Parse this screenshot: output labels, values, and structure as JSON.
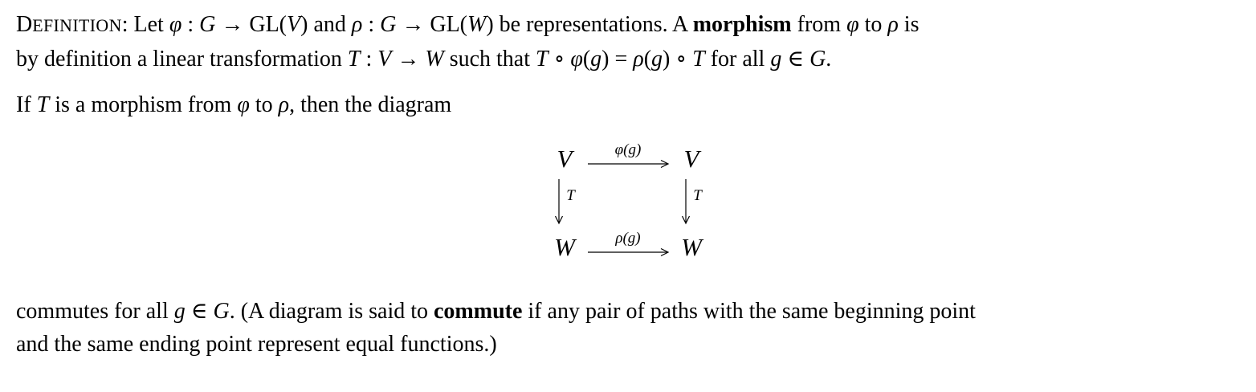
{
  "page": {
    "background": "#ffffff",
    "text_color": "#000000"
  },
  "content": {
    "para1_line1_runs": [
      {
        "t": "D",
        "s": ""
      },
      {
        "t": "EFINITION",
        "s": "sc"
      },
      {
        "t": ": Let ",
        "s": ""
      },
      {
        "t": "φ",
        "s": "i"
      },
      {
        "t": " : ",
        "s": ""
      },
      {
        "t": "G",
        "s": "i"
      },
      {
        "t": " → GL(",
        "s": ""
      },
      {
        "t": "V",
        "s": "i"
      },
      {
        "t": ") and ",
        "s": ""
      },
      {
        "t": "ρ",
        "s": "i"
      },
      {
        "t": " : ",
        "s": ""
      },
      {
        "t": "G",
        "s": "i"
      },
      {
        "t": " → GL(",
        "s": ""
      },
      {
        "t": "W",
        "s": "i"
      },
      {
        "t": ") be representations. A ",
        "s": ""
      },
      {
        "t": "morphism",
        "s": "b"
      },
      {
        "t": " from ",
        "s": ""
      },
      {
        "t": "φ",
        "s": "i"
      },
      {
        "t": " to ",
        "s": ""
      },
      {
        "t": "ρ",
        "s": "i"
      },
      {
        "t": " is",
        "s": ""
      }
    ],
    "para1_line2_runs": [
      {
        "t": "by definition a linear transformation ",
        "s": ""
      },
      {
        "t": "T",
        "s": "i"
      },
      {
        "t": " : ",
        "s": ""
      },
      {
        "t": "V",
        "s": "i"
      },
      {
        "t": " → ",
        "s": ""
      },
      {
        "t": "W",
        "s": "i"
      },
      {
        "t": " such that ",
        "s": ""
      },
      {
        "t": "T",
        "s": "i"
      },
      {
        "t": " ∘ ",
        "s": ""
      },
      {
        "t": "φ",
        "s": "i"
      },
      {
        "t": "(",
        "s": ""
      },
      {
        "t": "g",
        "s": "i"
      },
      {
        "t": ") = ",
        "s": ""
      },
      {
        "t": "ρ",
        "s": "i"
      },
      {
        "t": "(",
        "s": ""
      },
      {
        "t": "g",
        "s": "i"
      },
      {
        "t": ") ∘ ",
        "s": ""
      },
      {
        "t": "T",
        "s": "i"
      },
      {
        "t": " for all ",
        "s": ""
      },
      {
        "t": "g",
        "s": "i"
      },
      {
        "t": " ∈ ",
        "s": ""
      },
      {
        "t": "G",
        "s": "i"
      },
      {
        "t": ".",
        "s": ""
      }
    ],
    "para2_runs": [
      {
        "t": "If ",
        "s": ""
      },
      {
        "t": "T",
        "s": "i"
      },
      {
        "t": " is a morphism from ",
        "s": ""
      },
      {
        "t": "φ",
        "s": "i"
      },
      {
        "t": " to ",
        "s": ""
      },
      {
        "t": "ρ",
        "s": "i"
      },
      {
        "t": ", then the diagram",
        "s": ""
      }
    ],
    "para3_line1_runs": [
      {
        "t": "commutes for all ",
        "s": ""
      },
      {
        "t": "g",
        "s": "i"
      },
      {
        "t": " ∈ ",
        "s": ""
      },
      {
        "t": "G",
        "s": "i"
      },
      {
        "t": ". (A diagram is said to ",
        "s": ""
      },
      {
        "t": "commute",
        "s": "b"
      },
      {
        "t": " if any pair of paths with the same beginning point",
        "s": ""
      }
    ],
    "para3_line2_runs": [
      {
        "t": "and the same ending point represent equal functions.)",
        "s": ""
      }
    ]
  },
  "diagram": {
    "top_left_node": "V",
    "top_right_node": "V",
    "bottom_left_node": "W",
    "bottom_right_node": "W",
    "top_arrow_label": "φ(g)",
    "bottom_arrow_label": "ρ(g)",
    "left_arrow_label": "T",
    "right_arrow_label": "T"
  }
}
